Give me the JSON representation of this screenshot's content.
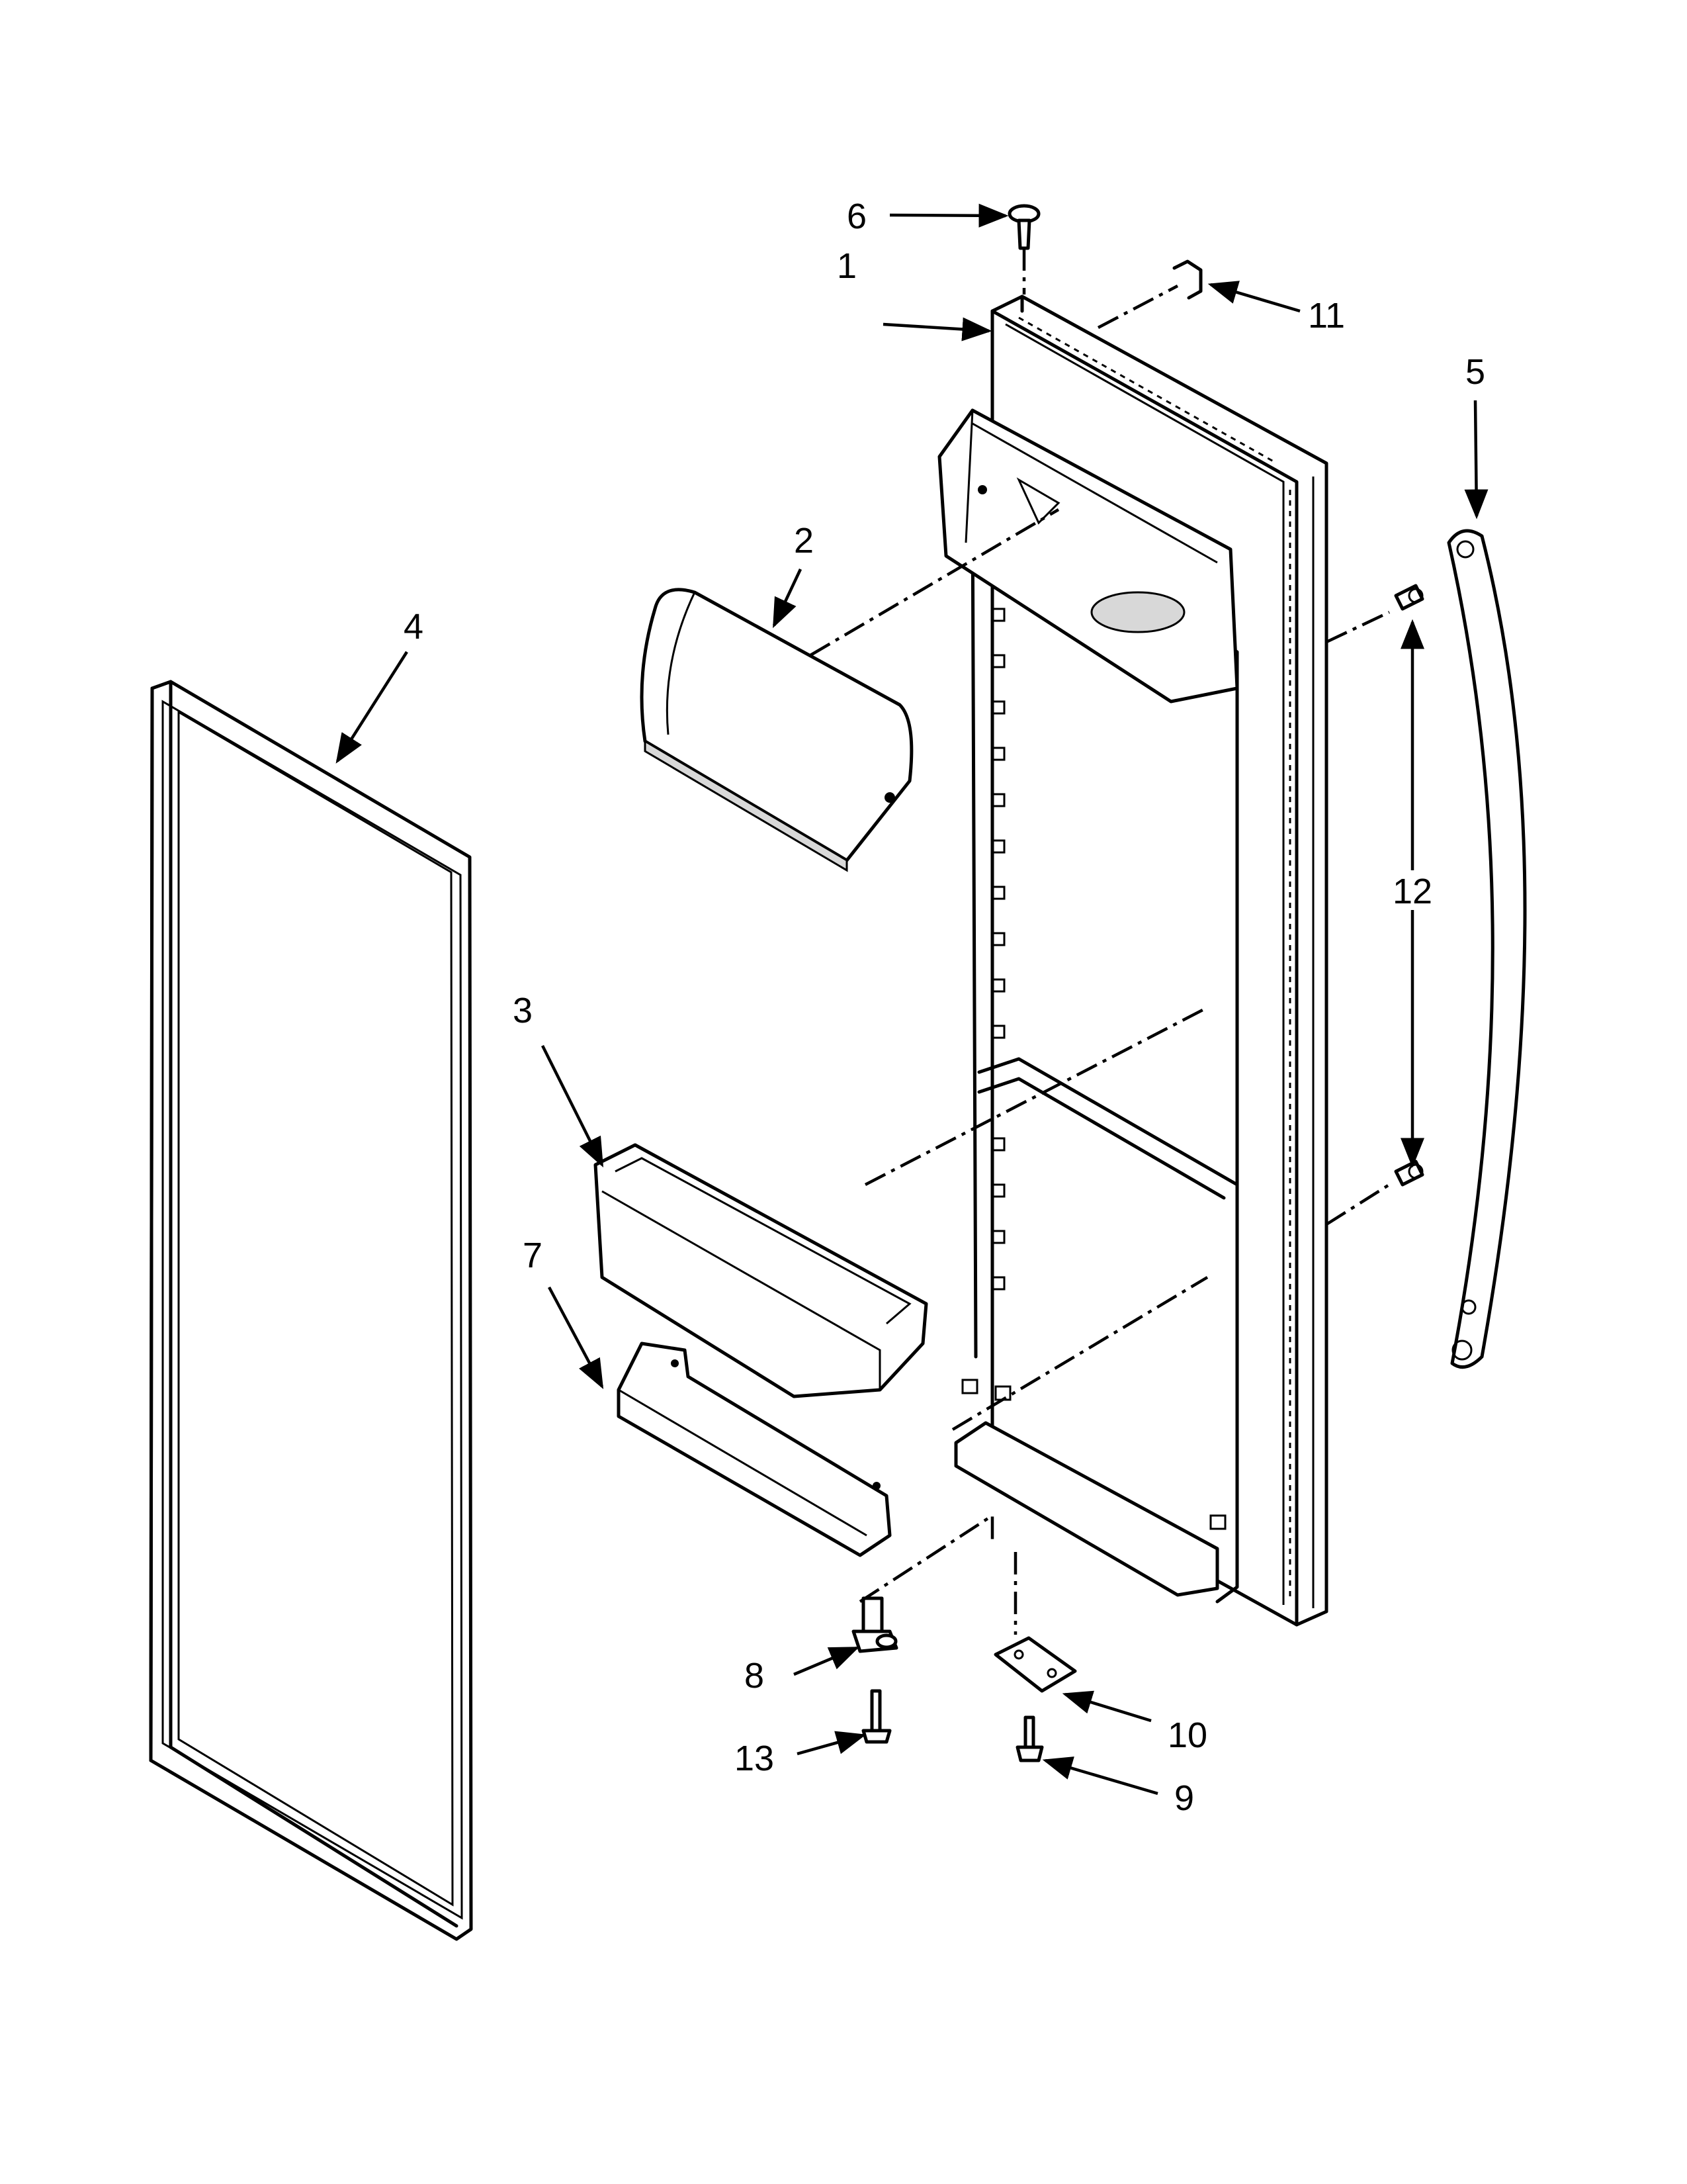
{
  "callouts": [
    {
      "id": "1",
      "label": "1"
    },
    {
      "id": "2",
      "label": "2"
    },
    {
      "id": "3",
      "label": "3"
    },
    {
      "id": "4",
      "label": "4"
    },
    {
      "id": "5",
      "label": "5"
    },
    {
      "id": "6",
      "label": "6"
    },
    {
      "id": "7",
      "label": "7"
    },
    {
      "id": "8",
      "label": "8"
    },
    {
      "id": "9",
      "label": "9"
    },
    {
      "id": "10",
      "label": "10"
    },
    {
      "id": "11",
      "label": "11"
    },
    {
      "id": "12",
      "label": "12"
    },
    {
      "id": "13",
      "label": "13"
    }
  ],
  "colors": {
    "line": "#000000",
    "background": "#ffffff",
    "shade": "#d8d8d8"
  }
}
